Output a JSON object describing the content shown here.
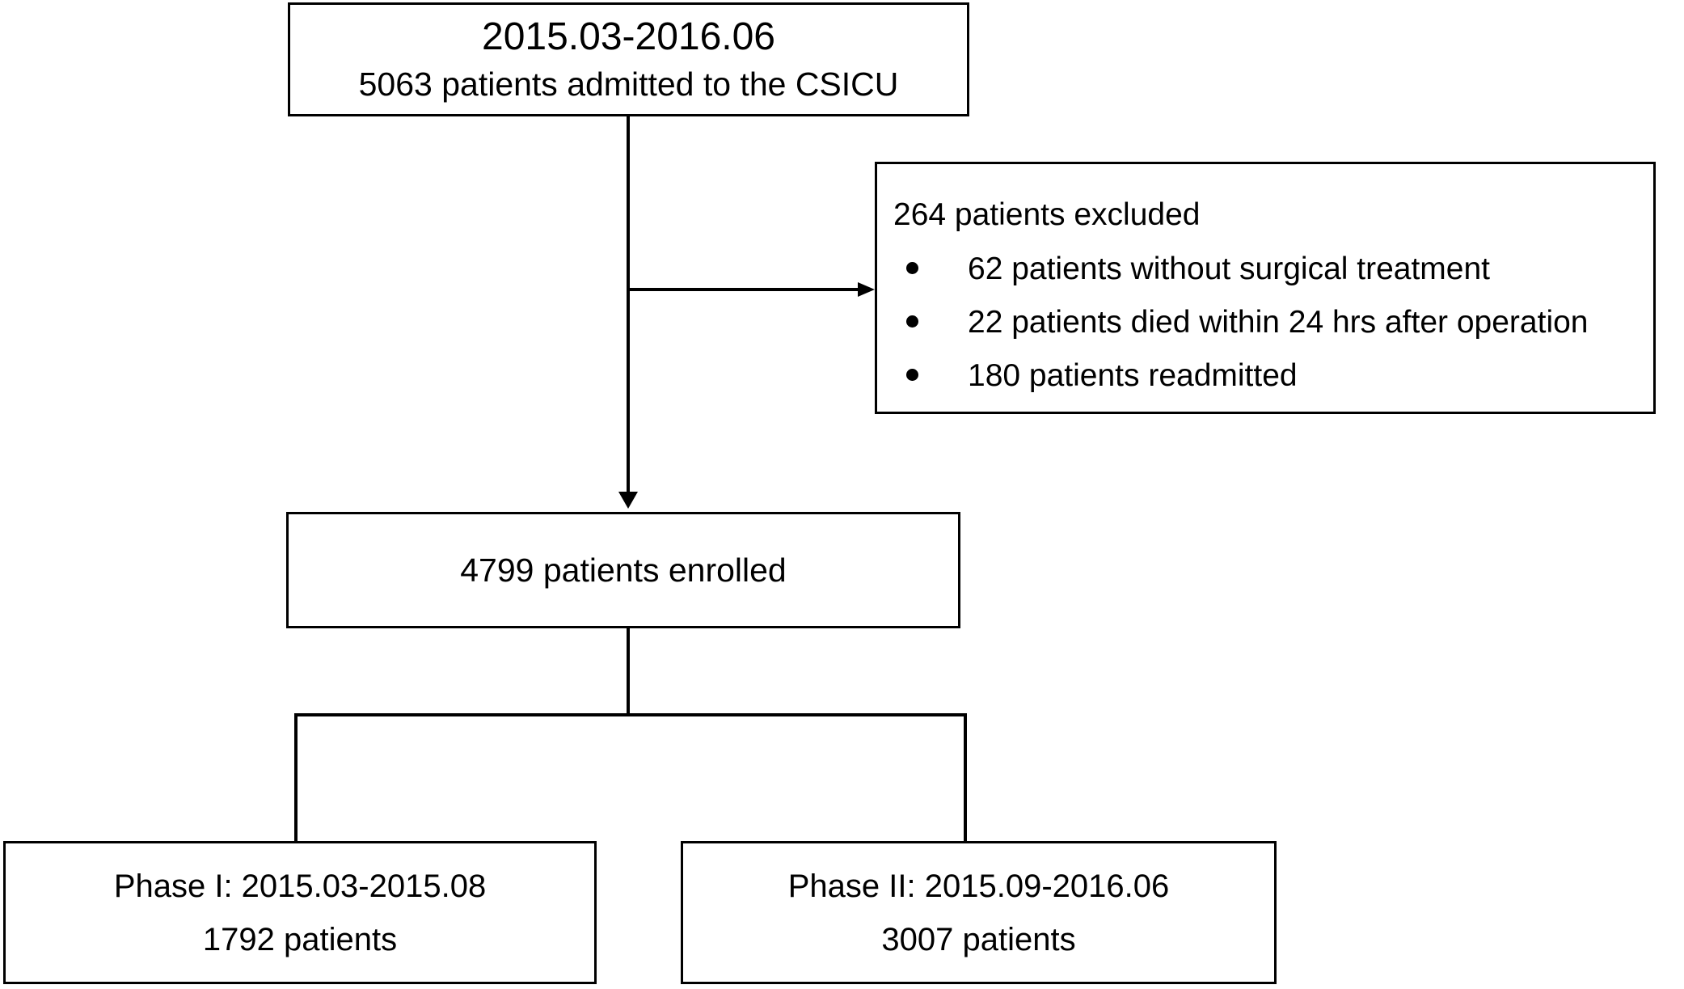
{
  "figure": {
    "background_color": "#ffffff",
    "line_color": "#000000",
    "text_color": "#000000"
  },
  "boxes": {
    "admitted": {
      "period": "2015.03-2016.06",
      "label": "5063 patients admitted to the CSICU"
    },
    "excluded": {
      "title": "264 patients excluded",
      "bullets": [
        "62 patients without surgical treatment",
        "22 patients died within 24 hrs after operation",
        "180 patients readmitted"
      ]
    },
    "enrolled": {
      "label": "4799 patients enrolled"
    },
    "phase1": {
      "period": "Phase I: 2015.03-2015.08",
      "label": "1792 patients"
    },
    "phase2": {
      "period": "Phase II: 2015.09-2016.06",
      "label": "3007 patients"
    }
  }
}
